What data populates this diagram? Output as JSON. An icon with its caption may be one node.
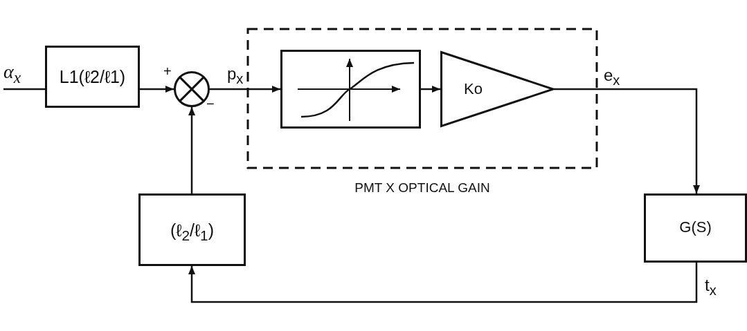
{
  "diagram": {
    "nodes": [
      {
        "text": [
          "PMT X OPTICAL GAIN"
        ]
      },
      {
        "text": [
          "α$_{x}$"
        ]
      },
      {
        "text": [
          "L1(ℓ2/ℓ1)"
        ]
      },
      {
        "text": [],
        "shape": "circle",
        "beside": [
          "+",
          "−"
        ]
      },
      {
        "text": [],
        "shape": "picture",
        "in": 0
      },
      {
        "text": [
          "Ko"
        ],
        "in": 0
      },
      {
        "text": [
          "G(S)"
        ]
      },
      {
        "text": [
          "(ℓ$_{2}$/ℓ$_{1}$)"
        ]
      }
    ],
    "edges": [
      {
        "from": 1,
        "to": 2,
        "arrow": "none"
      },
      {
        "from": 2,
        "to": 3,
        "arrow": "to"
      },
      {
        "from": 3,
        "to": 4,
        "arrow": "to",
        "label": "p$_{x}$"
      },
      {
        "from": 4,
        "to": 5,
        "arrow": "to"
      },
      {
        "from": 5,
        "to": 6,
        "arrow": "to",
        "label": "e$_{x}$"
      },
      {
        "from": 6,
        "to": 7,
        "arrow": "to",
        "label": "t$_{x}$"
      },
      {
        "from": 7,
        "to": 3,
        "arrow": "to"
      }
    ]
  }
}
